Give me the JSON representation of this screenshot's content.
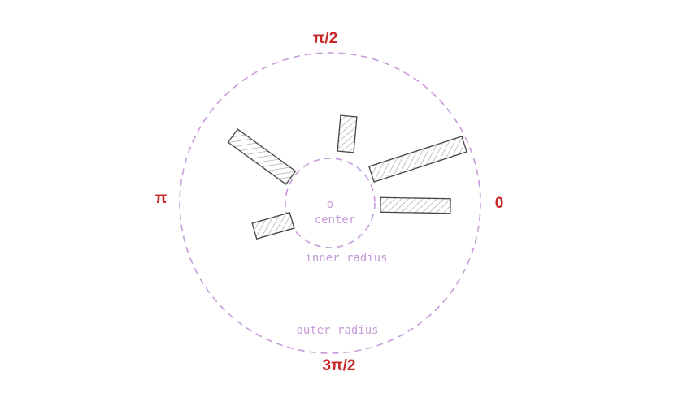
{
  "colors": {
    "angle_label": "#c62828",
    "guide": "#c79bd9",
    "bar_stroke": "#444444",
    "hatch": "#9e9e9e",
    "background": "#ffffff"
  },
  "labels": {
    "angle_right": "0",
    "angle_top": "π/2",
    "angle_left": "π",
    "angle_bottom": "3π/2",
    "center_marker": "o",
    "center": "center",
    "inner_radius": "inner radius",
    "outer_radius": "outer radius"
  },
  "bars": [
    {
      "name": "bar-top-small"
    },
    {
      "name": "bar-upper-left"
    },
    {
      "name": "bar-upper-right-long"
    },
    {
      "name": "bar-right"
    },
    {
      "name": "bar-lower-left"
    }
  ]
}
